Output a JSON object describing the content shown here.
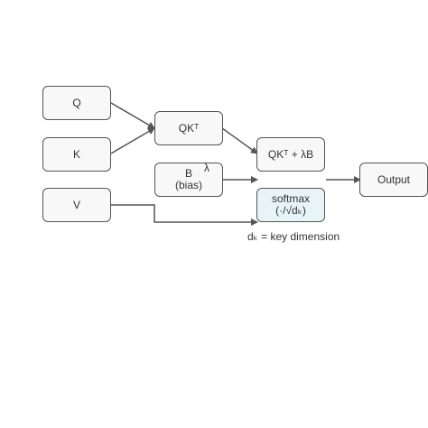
{
  "nodes": {
    "q": "Q",
    "k": "K",
    "v": "V",
    "qk": "QKᵀ",
    "bias_line1": "B",
    "bias_line2": "(bias)",
    "sum": "QKᵀ + λB",
    "softmax_line1": "softmax",
    "softmax_line2": "(·/√dₖ)",
    "output": "Output"
  },
  "labels": {
    "lambda": "λ",
    "note": "dₖ = key dimension"
  },
  "colors": {
    "node_fill": "#f8f8f8",
    "node_border": "#555555",
    "softmax_fill": "#e8f4f8",
    "edge": "#555555",
    "text": "#333333"
  }
}
